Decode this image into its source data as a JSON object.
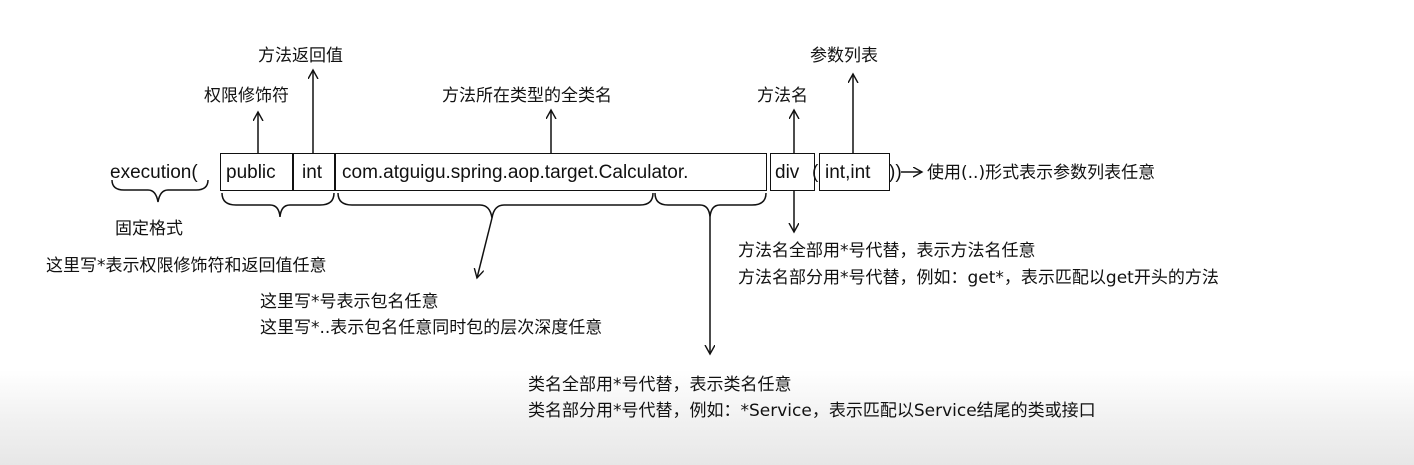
{
  "expression": {
    "prefix": "execution(",
    "modifier": "public",
    "return_type": "int",
    "class_name": "com.atguigu.spring.aop.target.Calculator.",
    "method": "div",
    "open_paren": "(",
    "params": "int,int",
    "close_parens": "))"
  },
  "labels": {
    "return_value": "方法返回值",
    "modifier": "权限修饰符",
    "full_class": "方法所在类型的全类名",
    "method_name": "方法名",
    "param_list": "参数列表",
    "fixed_format": "固定格式",
    "modifier_any": "这里写*表示权限修饰符和返回值任意",
    "package_any_1": "这里写*号表示包名任意",
    "package_any_2": "这里写*..表示包名任意同时包的层次深度任意",
    "method_any_1": "方法名全部用*号代替，表示方法名任意",
    "method_any_2": "方法名部分用*号代替，例如：get*，表示匹配以get开头的方法",
    "params_any": "使用(..)形式表示参数列表任意",
    "class_any_1": "类名全部用*号代替，表示类名任意",
    "class_any_2": "类名部分用*号代替，例如：*Service，表示匹配以Service结尾的类或接口"
  }
}
